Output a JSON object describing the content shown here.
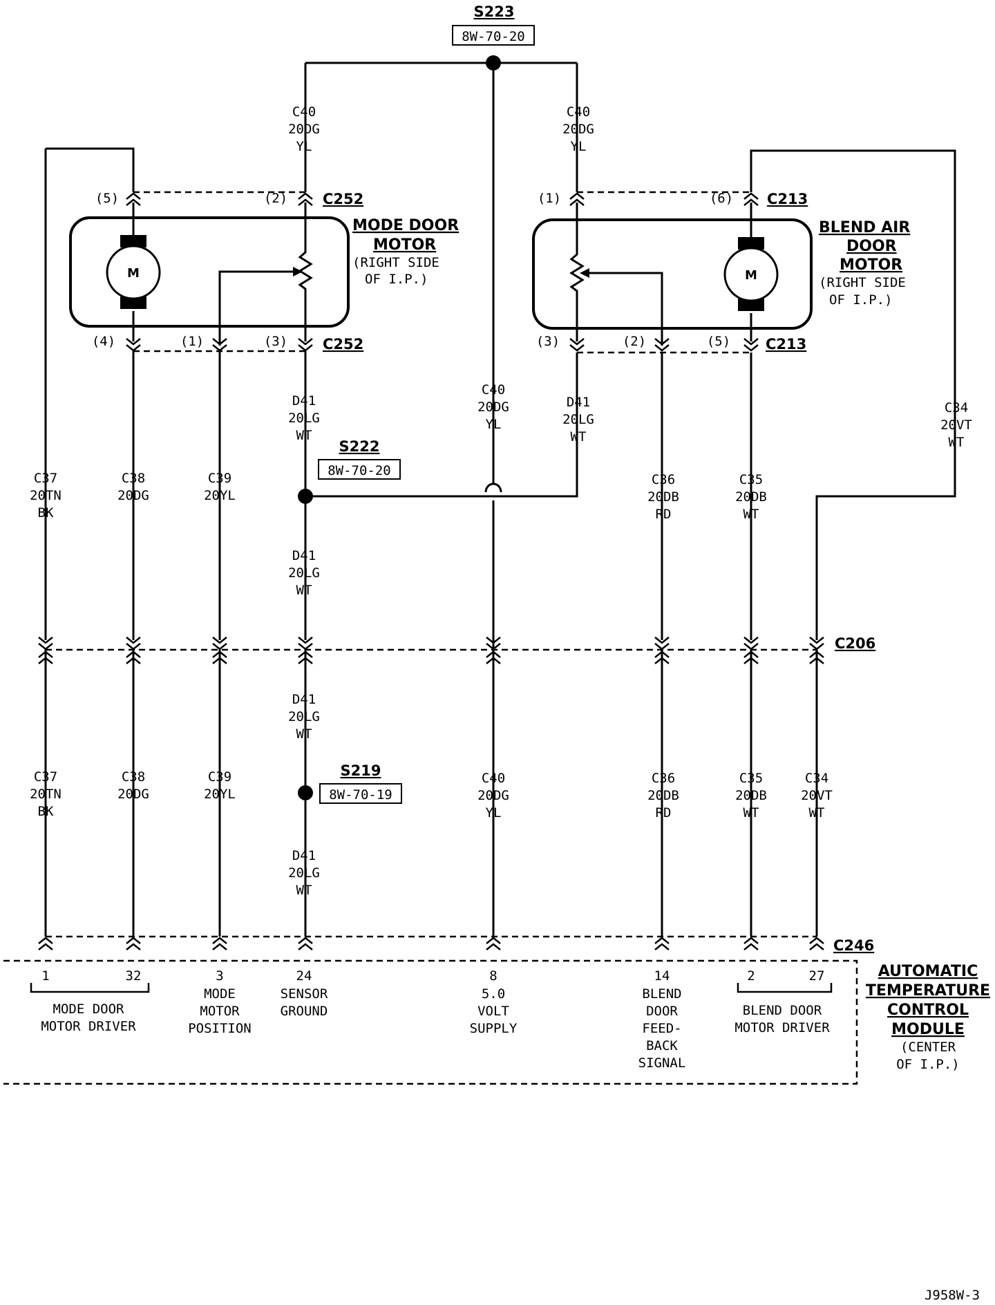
{
  "splices": {
    "s223": {
      "name": "S223",
      "ref": "8W-70-20"
    },
    "s222": {
      "name": "S222",
      "ref": "8W-70-20"
    },
    "s219": {
      "name": "S219",
      "ref": "8W-70-19"
    }
  },
  "connectors": {
    "c252": "C252",
    "c213": "C213",
    "c206": "C206",
    "c246": "C246"
  },
  "components": {
    "mode_motor": {
      "title_line1": "MODE DOOR",
      "title_line2": "MOTOR",
      "loc_line1": "(RIGHT SIDE",
      "loc_line2": "OF I.P.)",
      "motor_symbol": "M"
    },
    "blend_motor": {
      "title_line1": "BLEND AIR",
      "title_line2": "DOOR",
      "title_line3": "MOTOR",
      "loc_line1": "(RIGHT SIDE",
      "loc_line2": "OF I.P.)",
      "motor_symbol": "M"
    },
    "module": {
      "title_line1": "AUTOMATIC",
      "title_line2": "TEMPERATURE",
      "title_line3": "CONTROL",
      "title_line4": "MODULE",
      "loc_line1": "(CENTER",
      "loc_line2": "OF I.P.)"
    }
  },
  "pins": {
    "mode_5": "(5)",
    "mode_2": "(2)",
    "mode_4": "(4)",
    "mode_1": "(1)",
    "mode_3": "(3)",
    "blend_1": "(1)",
    "blend_6": "(6)",
    "blend_3": "(3)",
    "blend_2": "(2)",
    "blend_5": "(5)"
  },
  "wires": {
    "c40_top_left": [
      "C40",
      "20DG",
      "YL"
    ],
    "c40_top_right": [
      "C40",
      "20DG",
      "YL"
    ],
    "d41_mode": [
      "D41",
      "20LG",
      "WT"
    ],
    "c40_mid": [
      "C40",
      "20DG",
      "YL"
    ],
    "d41_blend": [
      "D41",
      "20LG",
      "WT"
    ],
    "c34_upper": [
      "C34",
      "20VT",
      "WT"
    ],
    "c37_upper": [
      "C37",
      "20TN",
      "BK"
    ],
    "c38_upper": [
      "C38",
      "20DG"
    ],
    "c39_upper": [
      "C39",
      "20YL"
    ],
    "c36_upper": [
      "C36",
      "20DB",
      "RD"
    ],
    "c35_upper": [
      "C35",
      "20DB",
      "WT"
    ],
    "d41_below_s222": [
      "D41",
      "20LG",
      "WT"
    ],
    "d41_below_c206": [
      "D41",
      "20LG",
      "WT"
    ],
    "c37_lower": [
      "C37",
      "20TN",
      "BK"
    ],
    "c38_lower": [
      "C38",
      "20DG"
    ],
    "c39_lower": [
      "C39",
      "20YL"
    ],
    "c40_lower": [
      "C40",
      "20DG",
      "YL"
    ],
    "c36_lower": [
      "C36",
      "20DB",
      "RD"
    ],
    "c35_lower": [
      "C35",
      "20DB",
      "WT"
    ],
    "c34_lower": [
      "C34",
      "20VT",
      "WT"
    ],
    "d41_below_s219": [
      "D41",
      "20LG",
      "WT"
    ]
  },
  "module_pins": {
    "p1": "1",
    "p32": "32",
    "p3": "3",
    "p24": "24",
    "p8": "8",
    "p14": "14",
    "p2": "2",
    "p27": "27"
  },
  "functions": {
    "mode_driver": [
      "MODE DOOR",
      "MOTOR DRIVER"
    ],
    "mode_position": [
      "MODE",
      "MOTOR",
      "POSITION"
    ],
    "sensor_ground": [
      "SENSOR",
      "GROUND"
    ],
    "volt_supply": [
      "5.0",
      "VOLT",
      "SUPPLY"
    ],
    "blend_feedback": [
      "BLEND",
      "DOOR",
      "FEED-",
      "BACK",
      "SIGNAL"
    ],
    "blend_driver": [
      "BLEND DOOR",
      "MOTOR DRIVER"
    ]
  },
  "figure_id": "J958W-3"
}
